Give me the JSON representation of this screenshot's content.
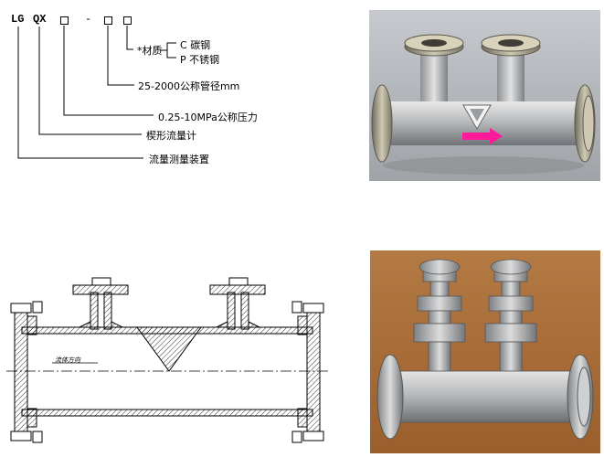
{
  "model_code": {
    "prefix1": "LG",
    "prefix2": "QX",
    "dash": "-",
    "material_mark": "*材质",
    "material_options": [
      {
        "code": "C",
        "name": "碳钢"
      },
      {
        "code": "P",
        "name": "不锈钢"
      }
    ],
    "labels": {
      "diameter": "25-2000公称管径mm",
      "pressure": "0.25-10MPa公称压力",
      "flowmeter": "楔形流量计",
      "device": "流量测量装置"
    }
  },
  "drawing": {
    "flow_direction_label": "流体方向"
  },
  "colors": {
    "photo_bg_top": "#cfd2d6",
    "photo_bg_bottom": "#b0723a",
    "flow_arrow": "#ff1a9c"
  }
}
